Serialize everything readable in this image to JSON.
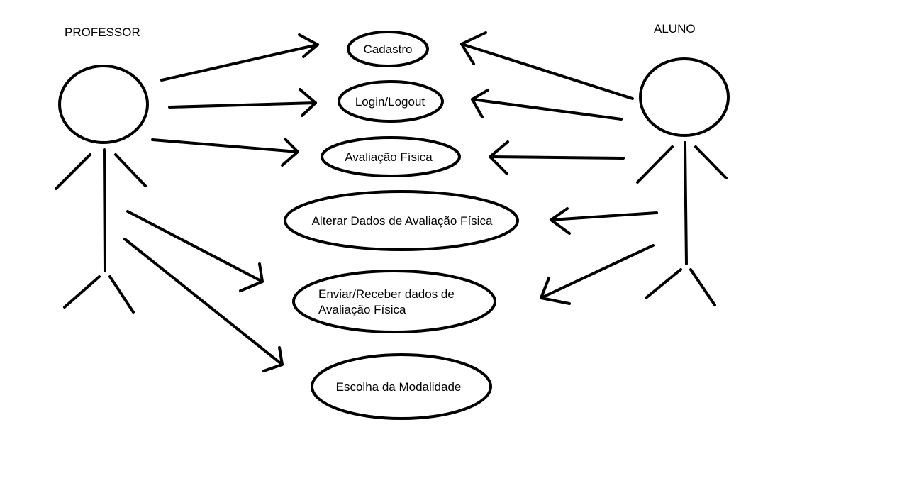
{
  "actors": {
    "professor": "PROFESSOR",
    "aluno": "ALUNO"
  },
  "use_cases": {
    "cadastro": "Cadastro",
    "login": "Login/Logout",
    "avaliacao": "Avaliação Física",
    "alterar": "Alterar Dados de Avaliação Física",
    "enviar_line1": "Enviar/Receber dados de",
    "enviar_line2": "Avaliação Física",
    "modalidade": "Escolha da Modalidade"
  }
}
